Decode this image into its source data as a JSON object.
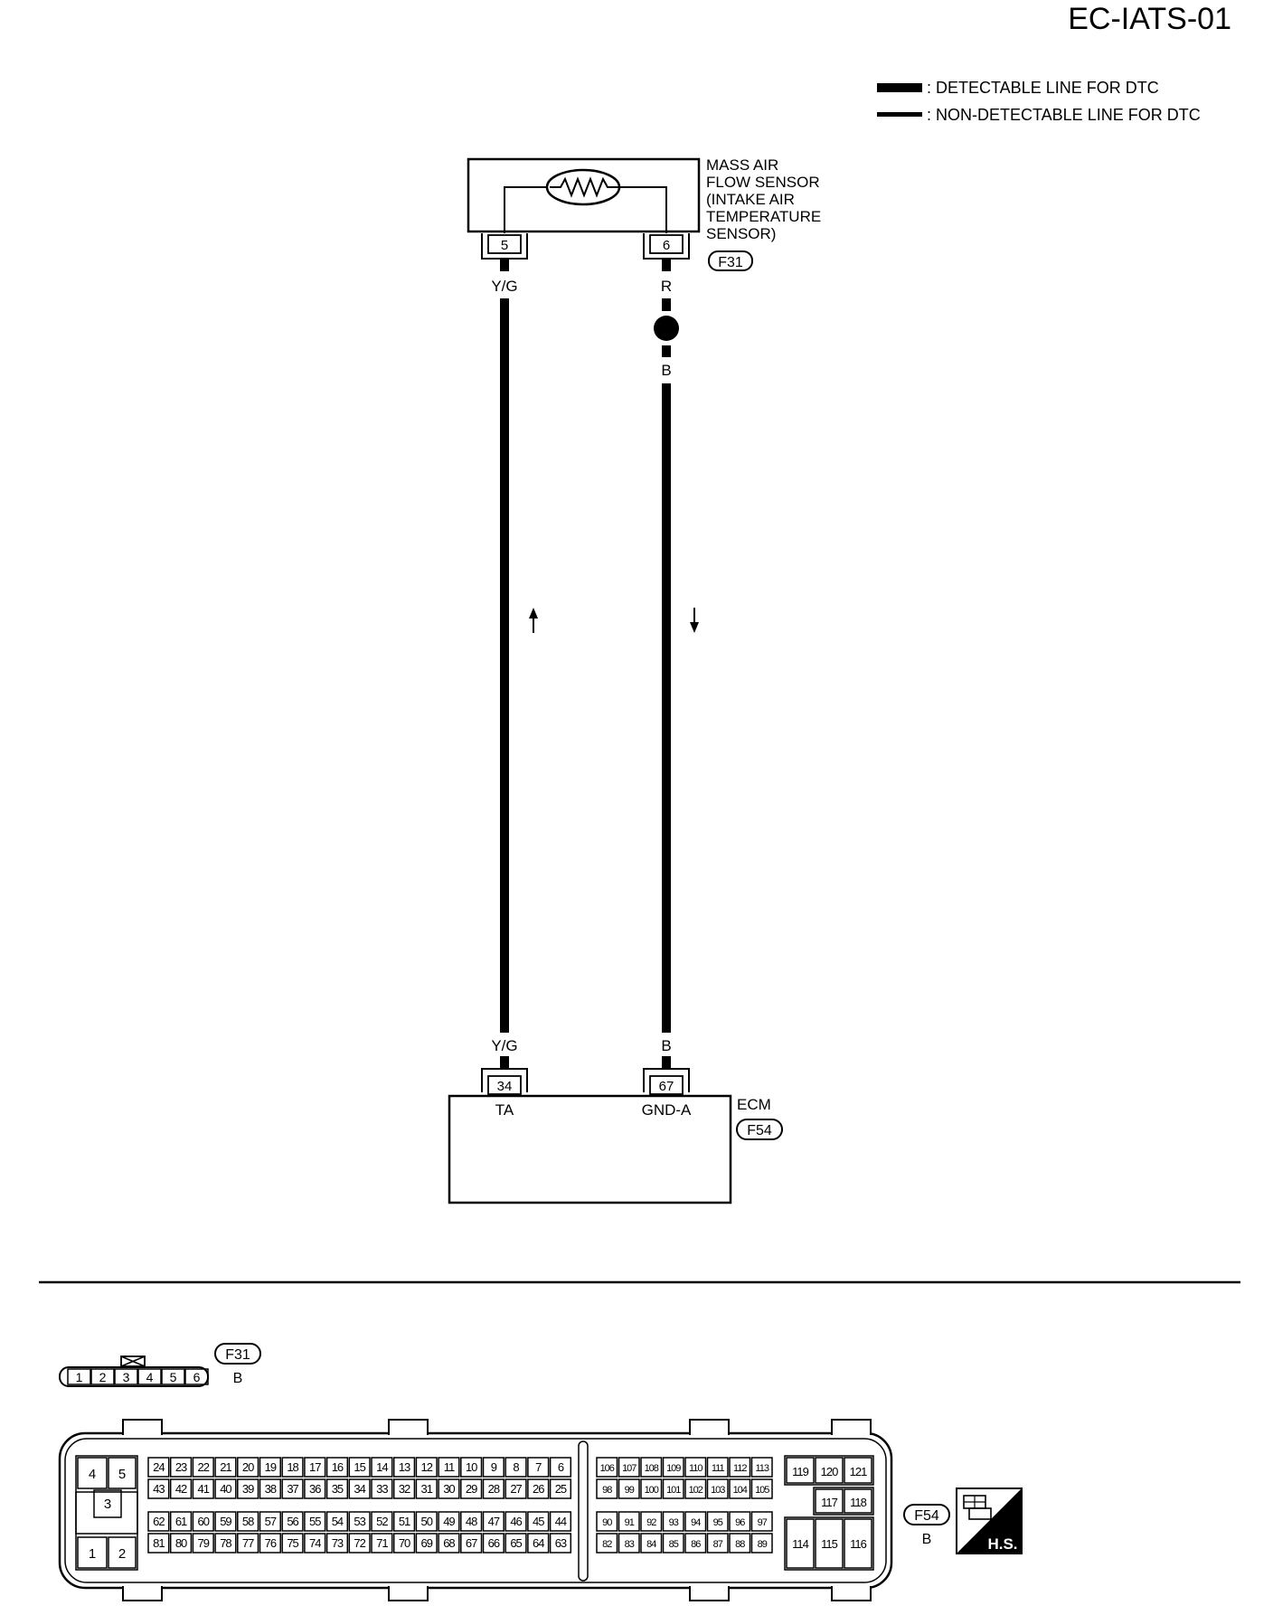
{
  "page_title": "EC-IATS-01",
  "legend": {
    "detectable": ": DETECTABLE LINE FOR DTC",
    "non_detectable": ": NON-DETECTABLE LINE FOR DTC"
  },
  "sensor": {
    "name_lines": [
      "MASS AIR",
      "FLOW SENSOR",
      "(INTAKE AIR",
      "TEMPERATURE",
      "SENSOR)"
    ],
    "connector": "F31",
    "pin_left": "5",
    "pin_right": "6"
  },
  "wires": {
    "left_top_color": "Y/G",
    "right_top_color": "R",
    "right_after_joint_color": "B",
    "left_bottom_color": "Y/G",
    "right_bottom_color": "B"
  },
  "ecm": {
    "name": "ECM",
    "connector": "F54",
    "pin_left": "34",
    "pin_left_label": "TA",
    "pin_right": "67",
    "pin_right_label": "GND-A"
  },
  "connector_f31": {
    "id": "F31",
    "color_code": "B",
    "pins": [
      "1",
      "2",
      "3",
      "4",
      "5",
      "6"
    ]
  },
  "connector_f54": {
    "id": "F54",
    "color_code": "B",
    "left_pins": [
      "4",
      "5",
      "3",
      "1",
      "2"
    ],
    "block1_row1": [
      "24",
      "23",
      "22",
      "21",
      "20",
      "19",
      "18",
      "17",
      "16",
      "15",
      "14",
      "13",
      "12",
      "11",
      "10",
      "9",
      "8",
      "7",
      "6"
    ],
    "block1_row2": [
      "43",
      "42",
      "41",
      "40",
      "39",
      "38",
      "37",
      "36",
      "35",
      "34",
      "33",
      "32",
      "31",
      "30",
      "29",
      "28",
      "27",
      "26",
      "25"
    ],
    "block1_row3": [
      "62",
      "61",
      "60",
      "59",
      "58",
      "57",
      "56",
      "55",
      "54",
      "53",
      "52",
      "51",
      "50",
      "49",
      "48",
      "47",
      "46",
      "45",
      "44"
    ],
    "block1_row4": [
      "81",
      "80",
      "79",
      "78",
      "77",
      "76",
      "75",
      "74",
      "73",
      "72",
      "71",
      "70",
      "69",
      "68",
      "67",
      "66",
      "65",
      "64",
      "63"
    ],
    "block2_row1": [
      "106",
      "107",
      "108",
      "109",
      "110",
      "111",
      "112",
      "113"
    ],
    "block2_row2": [
      "98",
      "99",
      "100",
      "101",
      "102",
      "103",
      "104",
      "105"
    ],
    "block2_row3": [
      "90",
      "91",
      "92",
      "93",
      "94",
      "95",
      "96",
      "97"
    ],
    "block2_row4": [
      "82",
      "83",
      "84",
      "85",
      "86",
      "87",
      "88",
      "89"
    ],
    "block3_top": [
      "119",
      "120",
      "121"
    ],
    "block3_mid": [
      "117",
      "118"
    ],
    "block3_bottom": [
      "114",
      "115",
      "116"
    ]
  },
  "hs_label": "H.S."
}
